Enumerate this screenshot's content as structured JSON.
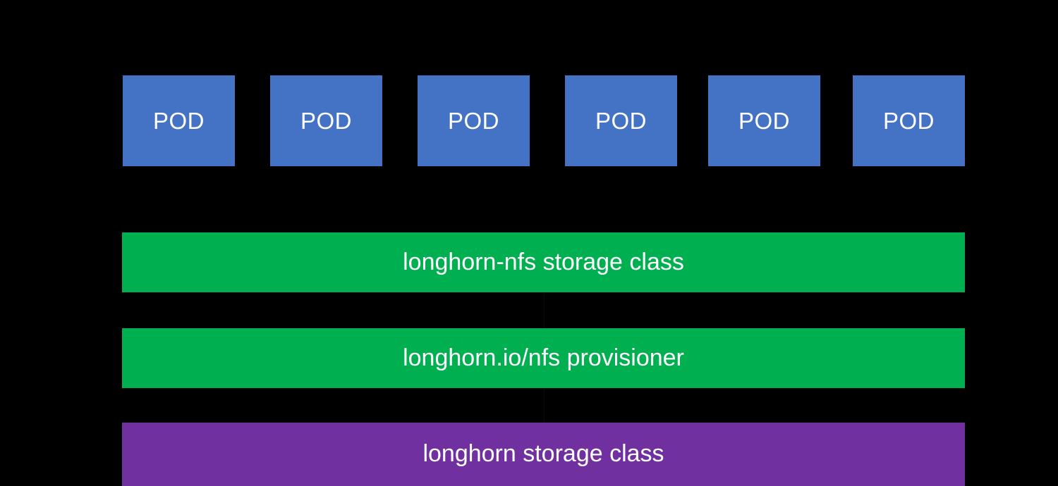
{
  "diagram": {
    "background_color": "#000000",
    "pods": {
      "box_color": "#4472C4",
      "text_color": "#FFFFFF",
      "items": [
        {
          "label": "POD"
        },
        {
          "label": "POD"
        },
        {
          "label": "POD"
        },
        {
          "label": "POD"
        },
        {
          "label": "POD"
        },
        {
          "label": "POD"
        }
      ]
    },
    "layers": [
      {
        "id": "storage-class-nfs",
        "label": "longhorn-nfs storage class",
        "color": "#00B050",
        "text_color": "#FFFFFF"
      },
      {
        "id": "provisioner",
        "label": "longhorn.io/nfs provisioner",
        "color": "#00B050",
        "text_color": "#FFFFFF"
      },
      {
        "id": "storage-class-longhorn",
        "label": "longhorn storage class",
        "color": "#7030A0",
        "text_color": "#FFFFFF"
      }
    ]
  }
}
